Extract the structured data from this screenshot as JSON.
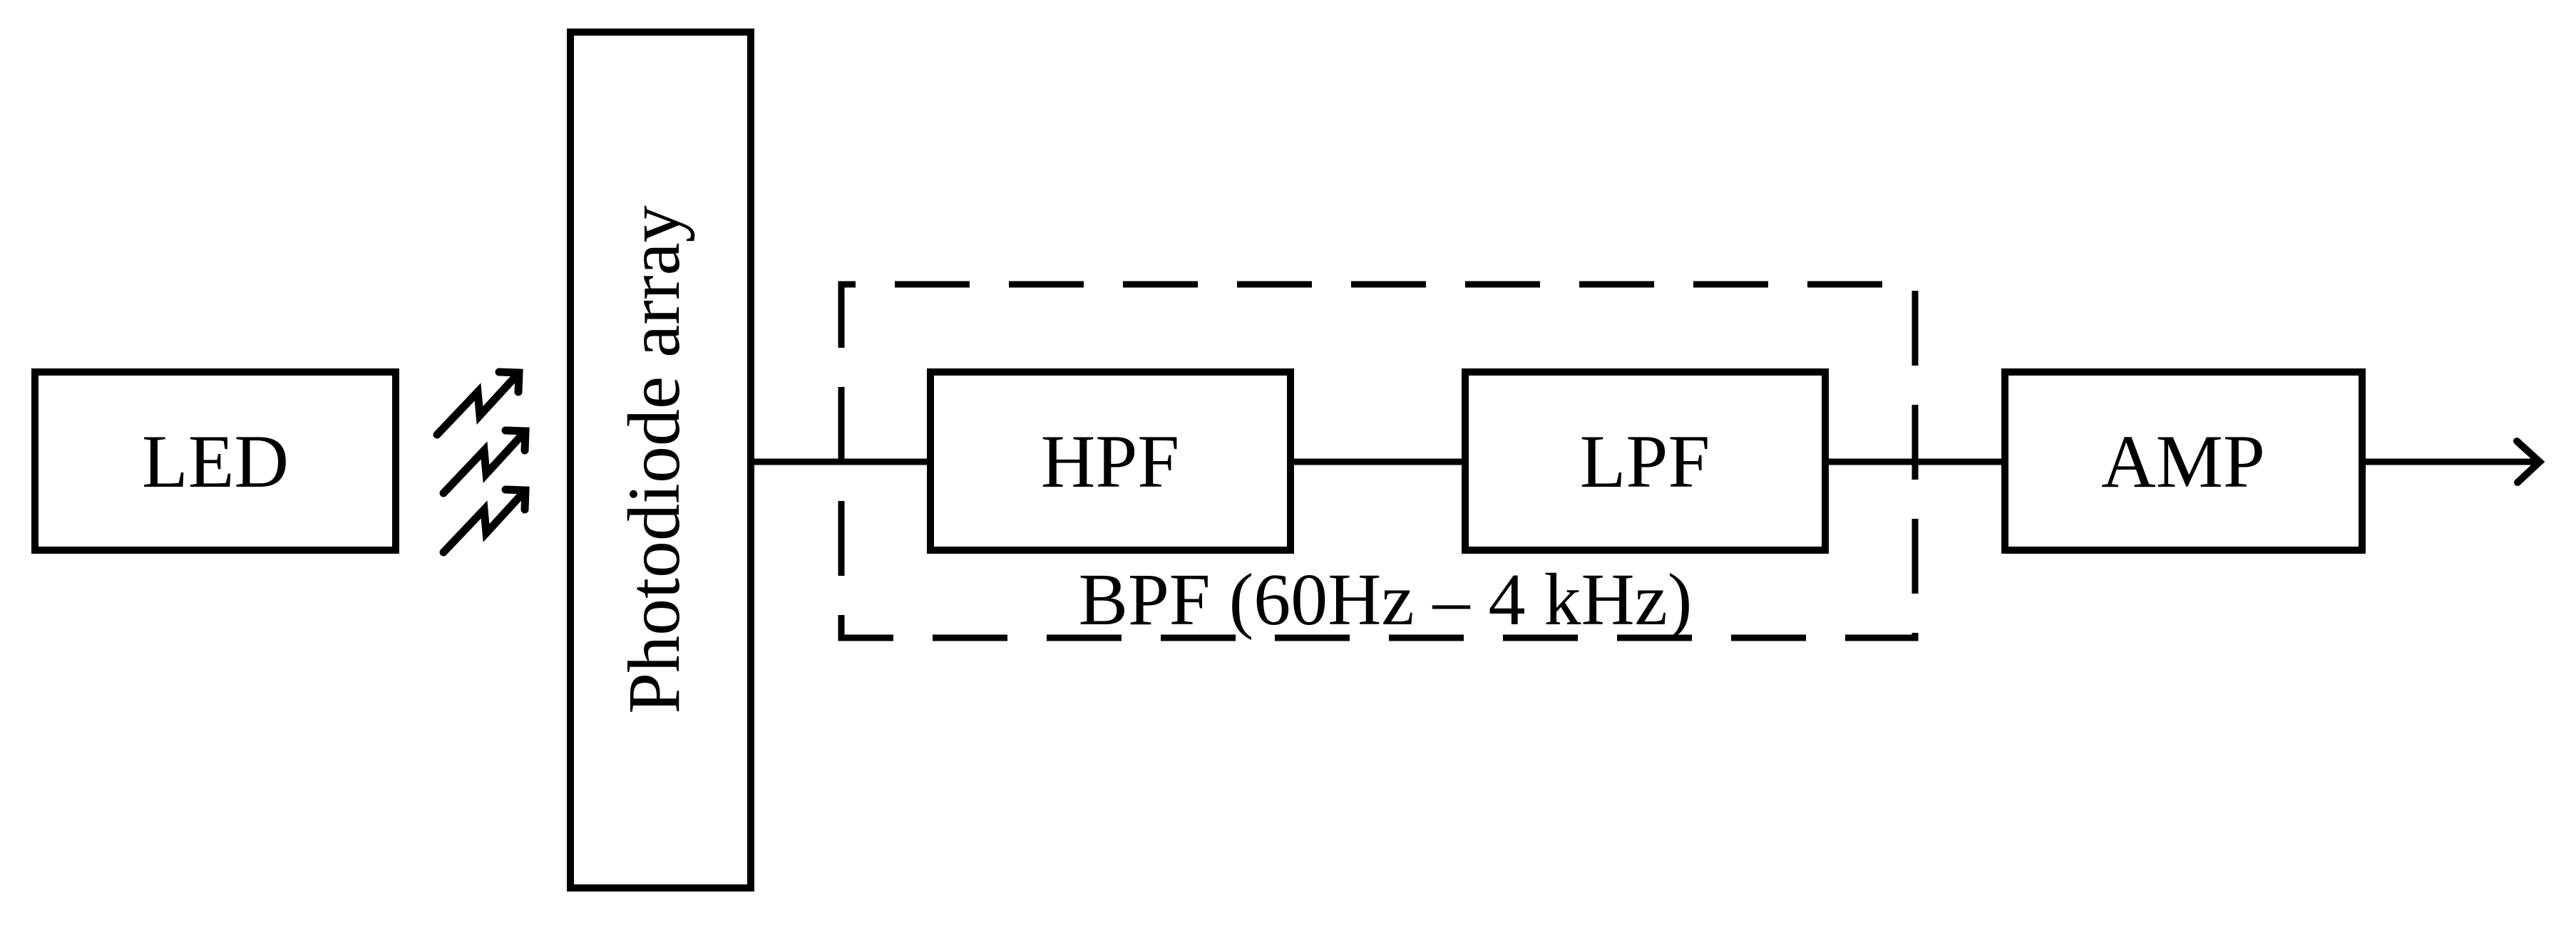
{
  "diagram": {
    "background_color": "#ffffff",
    "stroke_color": "#000000",
    "blocks": {
      "led": {
        "label": "LED"
      },
      "photodiode": {
        "label": "Photodiode array"
      },
      "hpf": {
        "label": "HPF"
      },
      "lpf": {
        "label": "LPF"
      },
      "amp": {
        "label": "AMP"
      }
    },
    "bpf_group": {
      "label": "BPF (60Hz – 4 kHz)"
    },
    "icons": {
      "light_rays": "light-rays-icon",
      "output_arrow": "arrow-right-icon"
    }
  }
}
